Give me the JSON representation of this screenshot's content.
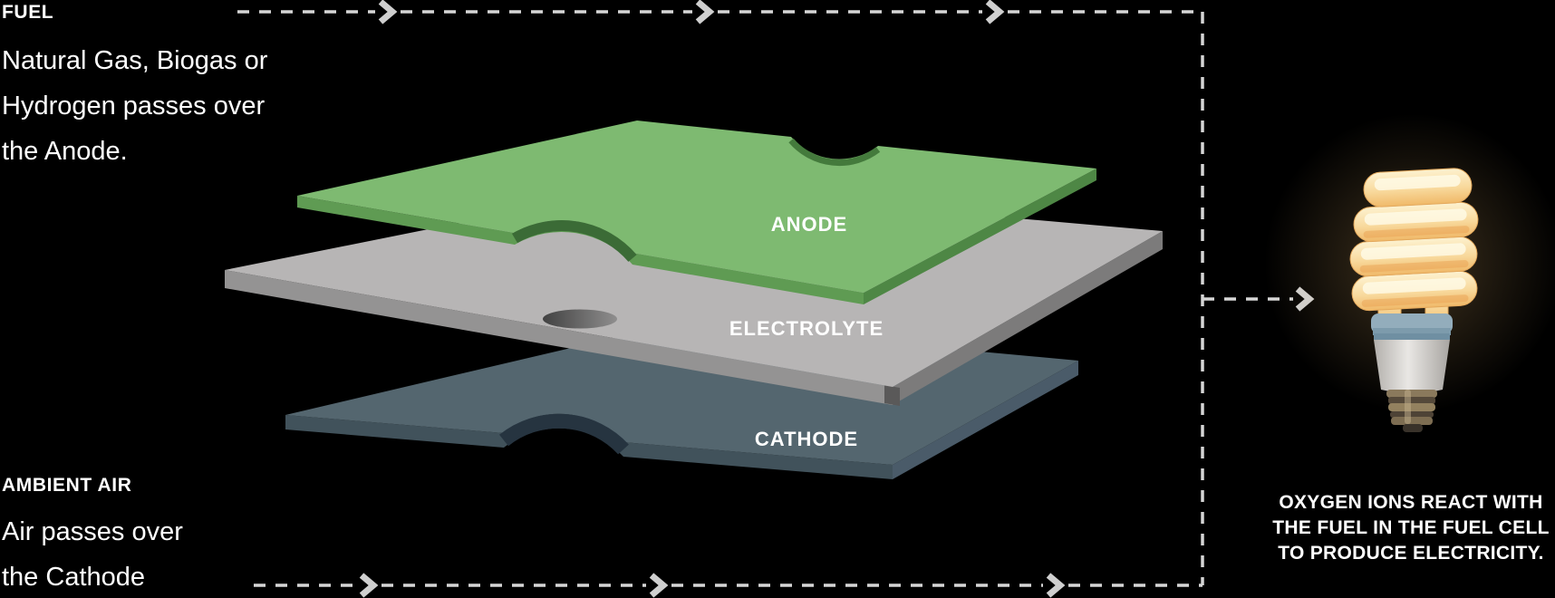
{
  "fuel_note": {
    "title": "FUEL",
    "lines": [
      "Natural Gas, Biogas or",
      "Hydrogen passes over",
      "the Anode."
    ]
  },
  "air_note": {
    "title": "AMBIENT AIR",
    "lines": [
      "Air passes over",
      "the Cathode"
    ]
  },
  "layers": [
    {
      "label": "ANODE",
      "color": "#7eba71"
    },
    {
      "label": "ELECTROLYTE",
      "color": "#b7b5b5"
    },
    {
      "label": "CATHODE",
      "color": "#54666f"
    }
  ],
  "result_note": {
    "lines": [
      "OXYGEN IONS REACT WITH",
      "THE FUEL IN THE FUEL CELL",
      "TO PRODUCE ELECTRICITY."
    ]
  },
  "flow": {
    "color": "#d6d6d6",
    "chevron_color": "#cfcfcf"
  },
  "bulb": {
    "icon": "cfl-light-bulb-icon",
    "glow_color": "#ffca7a",
    "tube_color": "#f5c878",
    "collar_color": "#8fa9b8",
    "base_color": "#8a795c"
  },
  "background_color": "#000000"
}
